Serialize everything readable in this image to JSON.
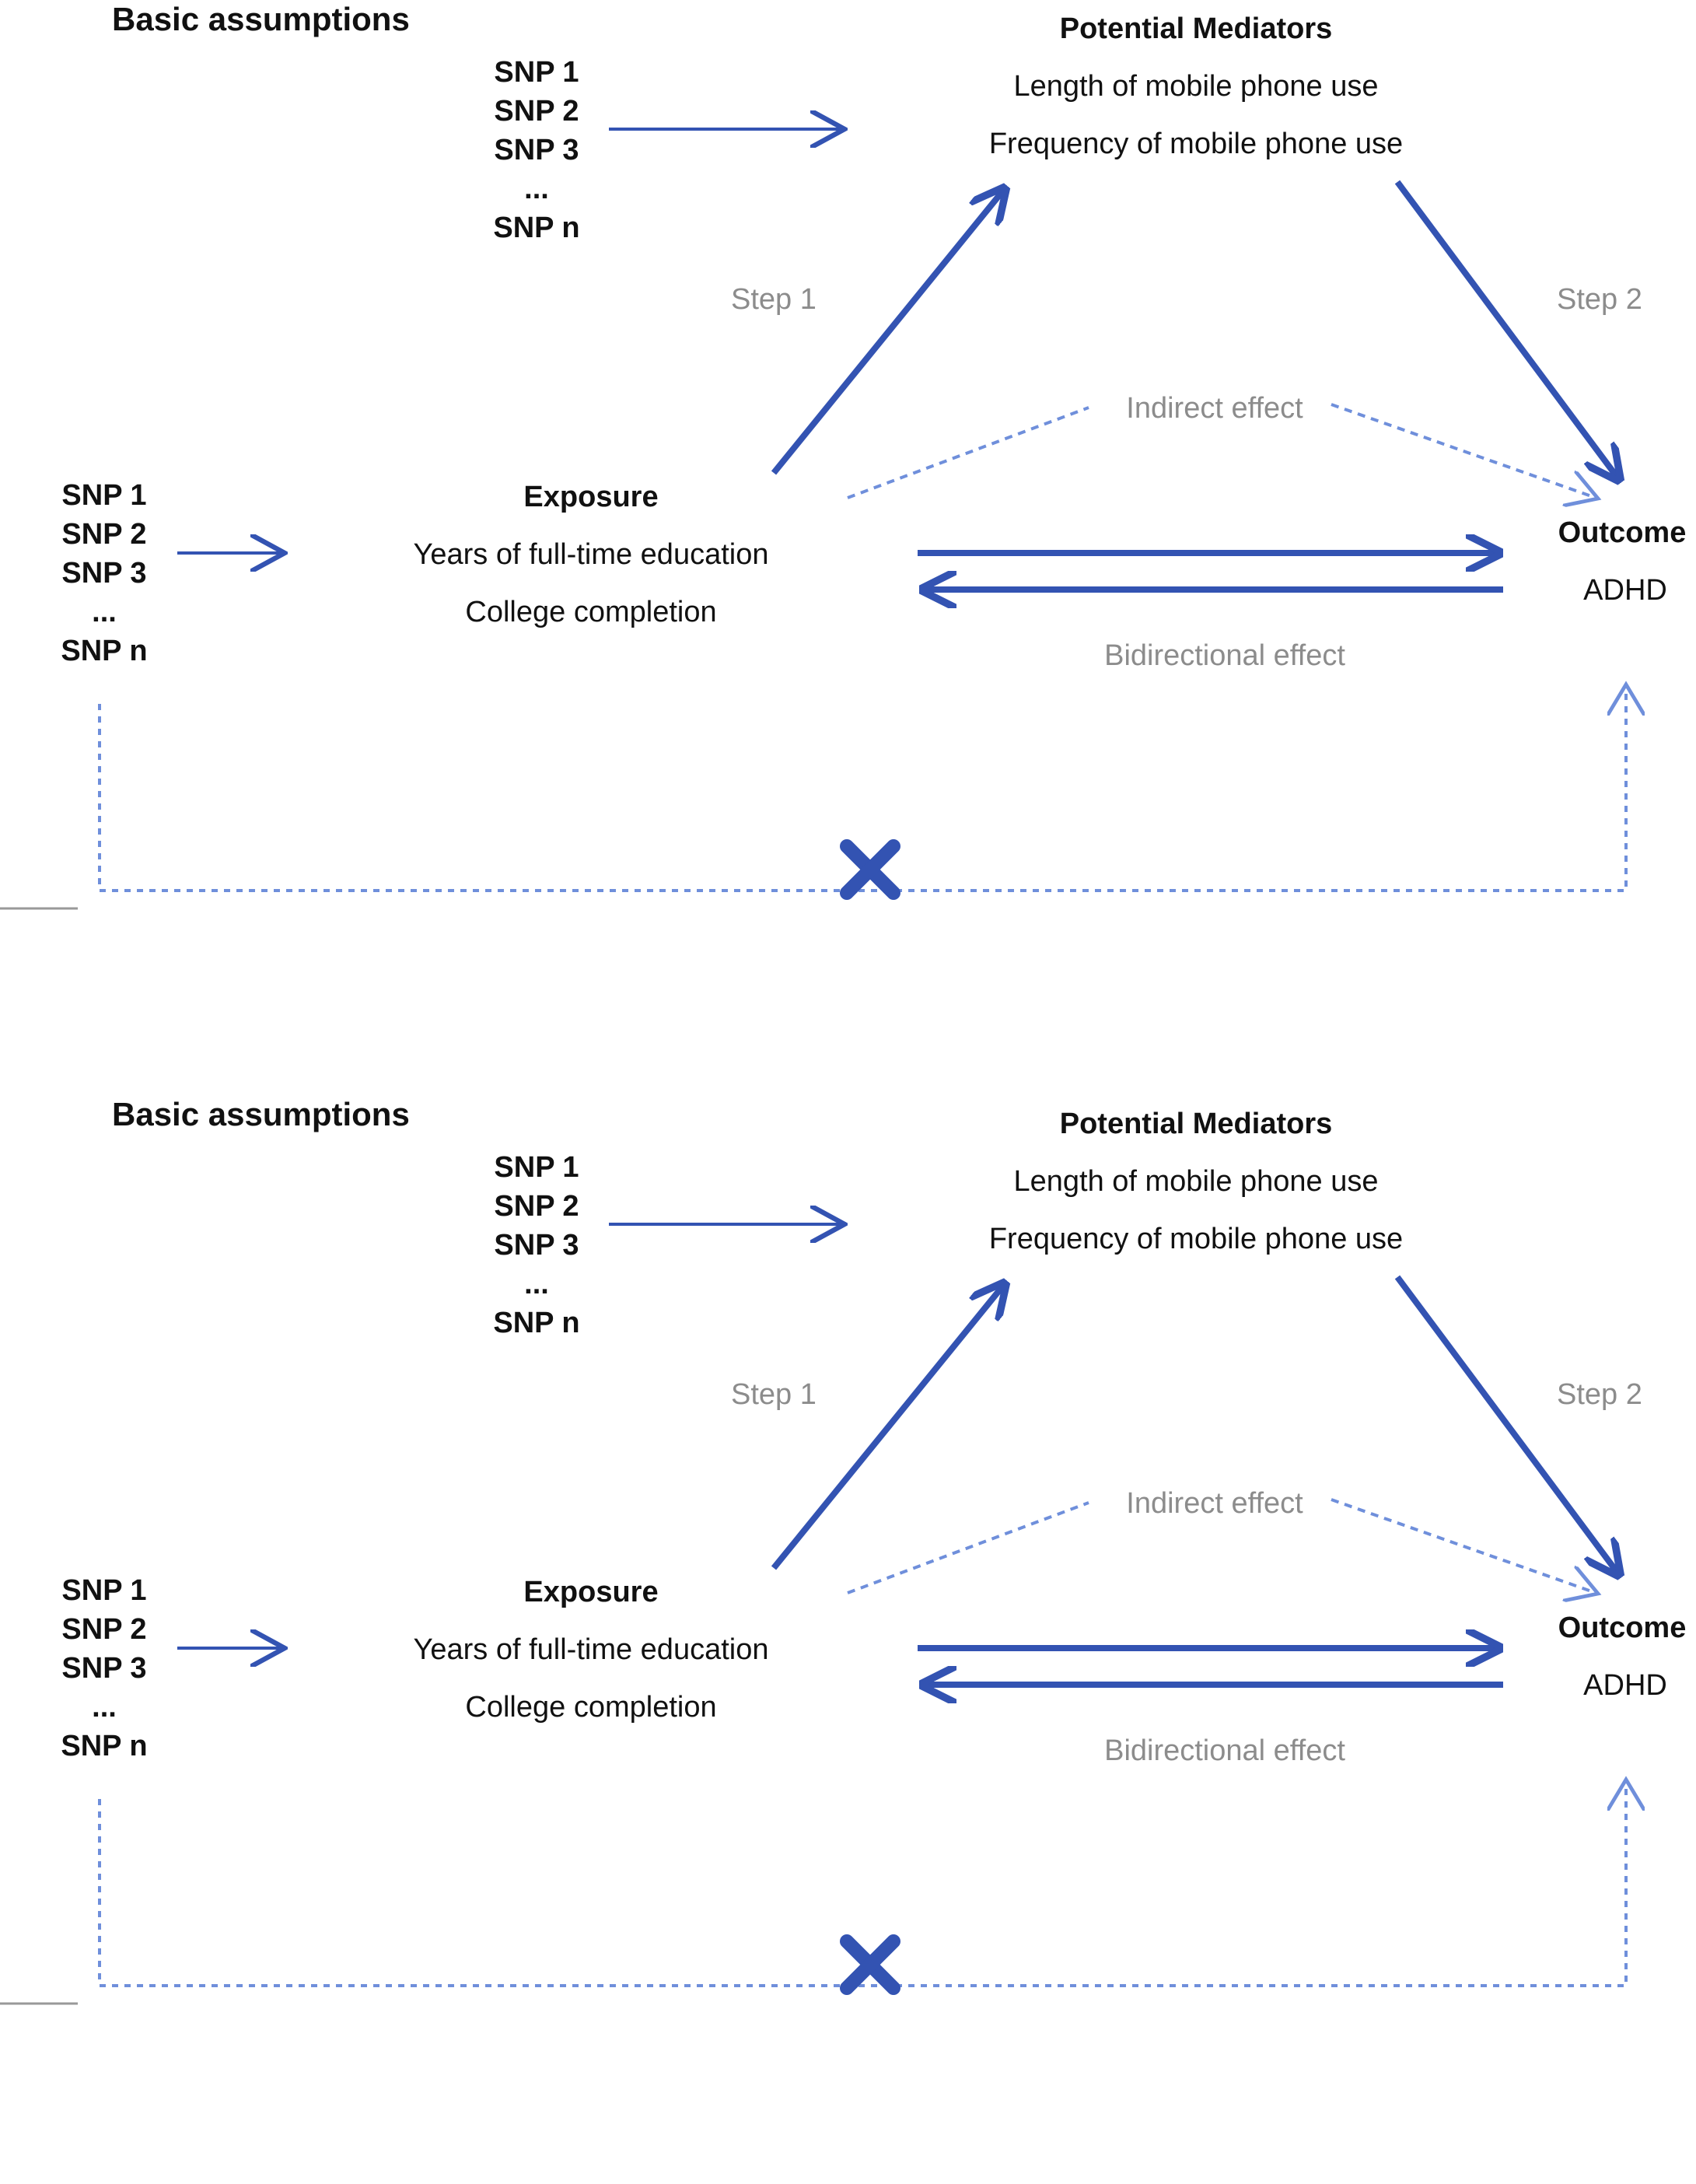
{
  "colors": {
    "arrow": "#3353b2",
    "dotted": "#6f8fdb",
    "label_gray": "#8c8c8c",
    "text": "#111111"
  },
  "panels": [
    {
      "title": "Basic assumptions",
      "mediator_snps": [
        "SNP 1",
        "SNP 2",
        "SNP 3",
        "...",
        "SNP n"
      ],
      "exposure_snps": [
        "SNP 1",
        "SNP 2",
        "SNP 3",
        "...",
        "SNP n"
      ],
      "mediators": {
        "heading": "Potential Mediators",
        "items": [
          "Length of mobile phone use",
          "Frequency of mobile phone use"
        ]
      },
      "exposure": {
        "heading": "Exposure",
        "items": [
          "Years of full-time education",
          "College completion"
        ]
      },
      "outcome": {
        "heading": "Outcome",
        "items": [
          "ADHD"
        ]
      },
      "step1": "Step 1",
      "step2": "Step 2",
      "indirect": "Indirect effect",
      "bidirectional": "Bidirectional effect",
      "blocked_mark": "cross-icon"
    },
    {
      "title": "Basic assumptions",
      "mediator_snps": [
        "SNP 1",
        "SNP 2",
        "SNP 3",
        "...",
        "SNP n"
      ],
      "exposure_snps": [
        "SNP 1",
        "SNP 2",
        "SNP 3",
        "...",
        "SNP n"
      ],
      "mediators": {
        "heading": "Potential Mediators",
        "items": [
          "Length of mobile phone use",
          "Frequency of mobile phone use"
        ]
      },
      "exposure": {
        "heading": "Exposure",
        "items": [
          "Years of full-time education",
          "College completion"
        ]
      },
      "outcome": {
        "heading": "Outcome",
        "items": [
          "ADHD"
        ]
      },
      "step1": "Step 1",
      "step2": "Step 2",
      "indirect": "Indirect effect",
      "bidirectional": "Bidirectional effect",
      "blocked_mark": "cross-icon"
    }
  ]
}
